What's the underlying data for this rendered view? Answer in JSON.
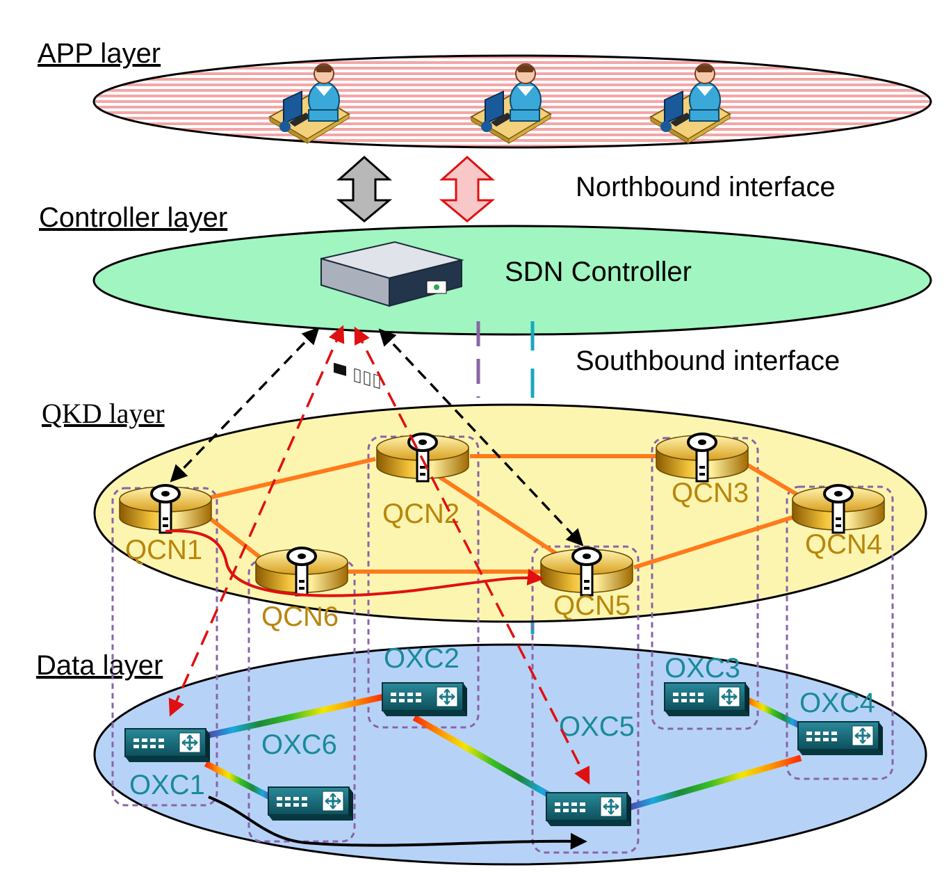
{
  "layers": {
    "app": "APP layer",
    "controller": "Controller layer",
    "qkd": "QKD layer",
    "data": "Data layer"
  },
  "interfaces": {
    "northbound": "Northbound interface",
    "southbound": "Southbound interface"
  },
  "controller_label": "SDN Controller",
  "qkd_nodes": [
    "QCN1",
    "QCN2",
    "QCN3",
    "QCN4",
    "QCN5",
    "QCN6"
  ],
  "oxc_nodes": [
    "OXC1",
    "OXC2",
    "OXC3",
    "OXC4",
    "OXC5",
    "OXC6"
  ],
  "colors": {
    "app_fill": "#f8c8c8",
    "controller_fill": "#a0f5c0",
    "qkd_fill": "#fcf5b0",
    "data_fill": "#b6d3f7",
    "qkd_link": "#ff7a1a",
    "control_black": "#000000",
    "control_red": "#e01010",
    "southbound_purple": "#8a63a8",
    "southbound_cyan": "#18a8c0",
    "qcn_text": "#b8860b",
    "oxc_text": "#1a8a9a"
  }
}
